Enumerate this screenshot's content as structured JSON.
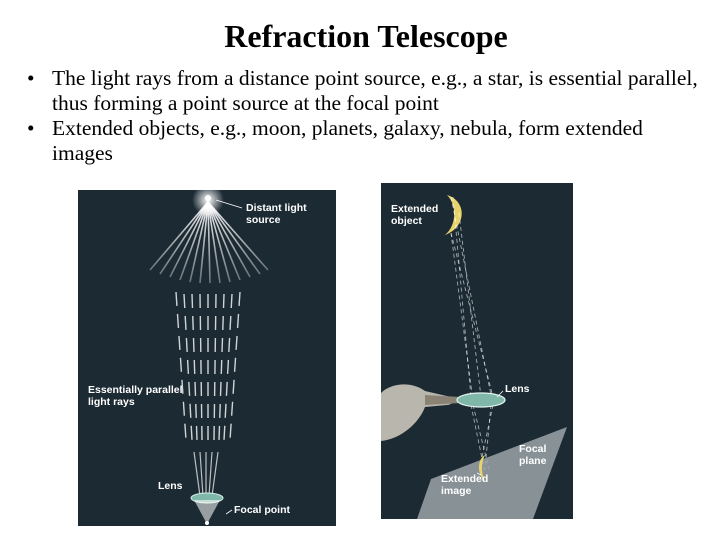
{
  "slide": {
    "title": "Refraction Telescope",
    "bullets": [
      "The light rays from a distance point source, e.g., a star, is essential parallel, thus forming a point source at the focal point",
      "Extended objects, e.g., moon, planets, galaxy, nebula, form extended images"
    ],
    "bullet_char": "•"
  },
  "figure_left": {
    "labels": {
      "distant_source": "Distant light\nsource",
      "parallel_rays": "Essentially parallel\nlight rays",
      "lens": "Lens",
      "focal_point": "Focal point"
    }
  },
  "figure_right": {
    "labels": {
      "extended_object": "Extended\nobject",
      "lens": "Lens",
      "focal_plane": "Focal\nplane",
      "extended_image": "Extended\nimage"
    }
  },
  "colors": {
    "panel_bg": "#1c2a33",
    "moon": "#e8d36a",
    "lens": "#7fb7a8",
    "plane": "#9aa3a8"
  }
}
